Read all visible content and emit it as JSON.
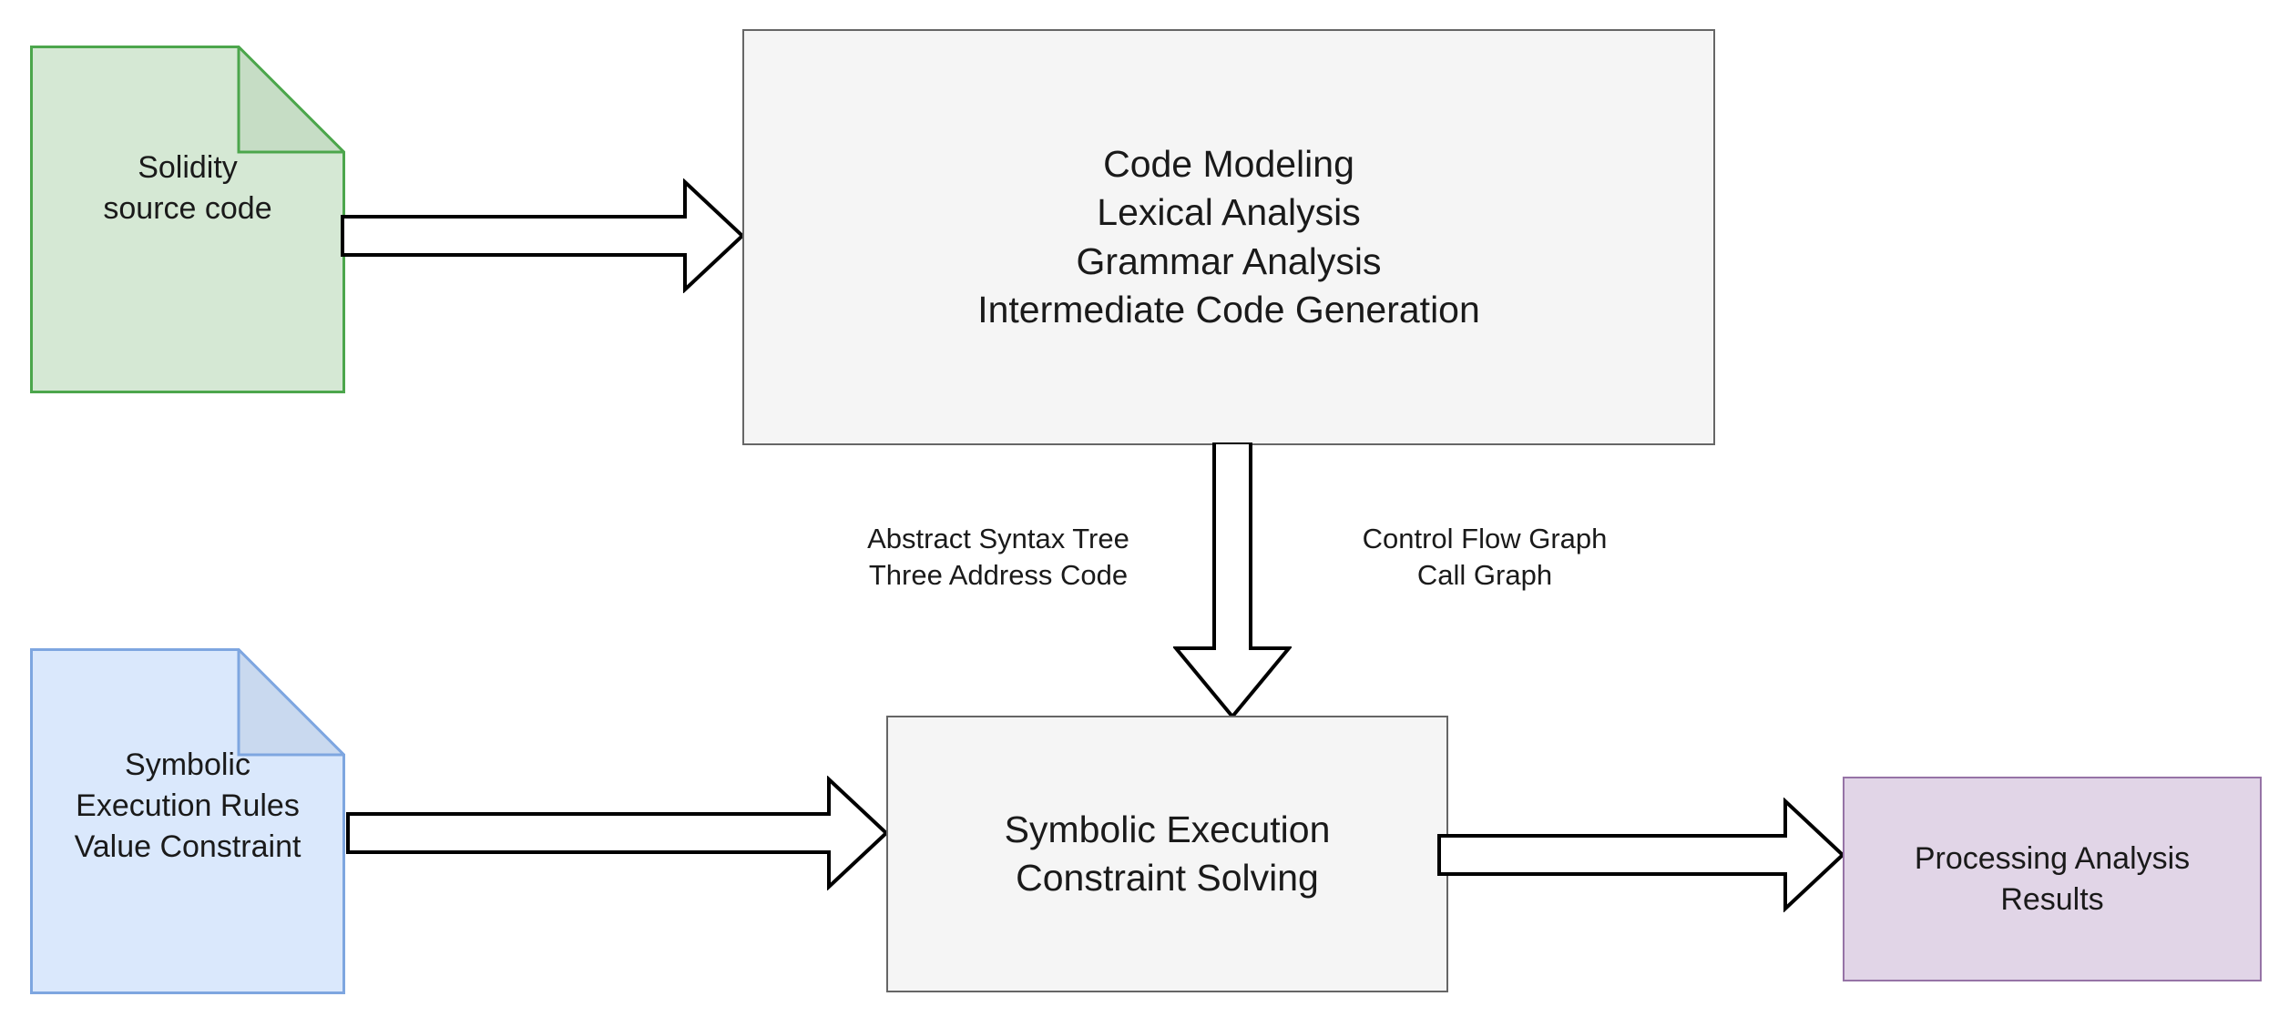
{
  "diagram": {
    "title": "Solidity smart contract symbolic execution analysis pipeline",
    "background_color": "#ffffff",
    "nodes": {
      "solidity_source": {
        "label": "Solidity\nsource code",
        "shape": "document-note",
        "fill_color": "#d5e8d4",
        "stroke_color": "#4ca64c",
        "fold_fill_color": "#c6ddc5"
      },
      "front_end": {
        "label": "Code Modeling\nLexical Analysis\nGrammar Analysis\nIntermediate Code Generation",
        "shape": "rectangle",
        "fill_color": "#f5f5f5",
        "stroke_color": "#666666"
      },
      "symbolic_rules": {
        "label": "Symbolic\nExecution Rules\nValue Constraint",
        "shape": "document-note",
        "fill_color": "#dae8fc",
        "stroke_color": "#7ea6e0",
        "fold_fill_color": "#c9d9ef"
      },
      "symbolic_engine": {
        "label": "Symbolic Execution\nConstraint Solving",
        "shape": "rectangle",
        "fill_color": "#f5f5f5",
        "stroke_color": "#666666"
      },
      "analysis_results": {
        "label": "Processing Analysis\nResults",
        "shape": "rectangle",
        "fill_color": "#e1d5e7",
        "stroke_color": "#9673a6"
      }
    },
    "edges": {
      "source_to_frontend": {
        "from": "solidity_source",
        "to": "front_end",
        "direction": "right",
        "label": ""
      },
      "frontend_to_engine": {
        "from": "front_end",
        "to": "symbolic_engine",
        "direction": "down",
        "label_left": "Abstract Syntax Tree\nThree Address Code",
        "label_right": "Control Flow Graph\nCall Graph"
      },
      "rules_to_engine": {
        "from": "symbolic_rules",
        "to": "symbolic_engine",
        "direction": "right",
        "label": ""
      },
      "engine_to_results": {
        "from": "symbolic_engine",
        "to": "analysis_results",
        "direction": "right",
        "label": ""
      }
    },
    "arrow_style": {
      "fill_color": "#ffffff",
      "stroke_color": "#000000"
    }
  }
}
